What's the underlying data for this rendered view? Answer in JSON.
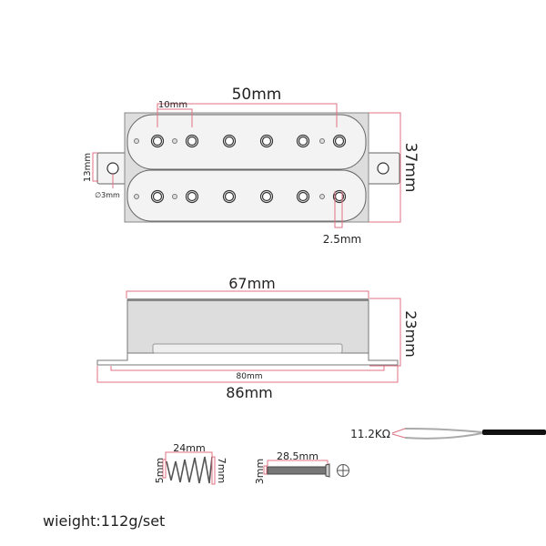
{
  "top_view": {
    "width_label": "50mm",
    "pole_spacing_label": "10mm",
    "height_label": "37mm",
    "tab_label": "13mm",
    "hole_label": "∅3mm",
    "pole_label": "2.5mm"
  },
  "side_view": {
    "cover_label": "67mm",
    "height_label": "23mm",
    "mount_spacing_label": "80mm",
    "total_length_label": "86mm"
  },
  "accessories": {
    "spring_length_label": "24mm",
    "spring_small_label": "5mm",
    "spring_large_label": "7mm",
    "screw_length_label": "28.5mm",
    "screw_diameter_label": "3mm",
    "resistance_label": "11.2KΩ"
  },
  "weight_label": "wieight:112g/set"
}
